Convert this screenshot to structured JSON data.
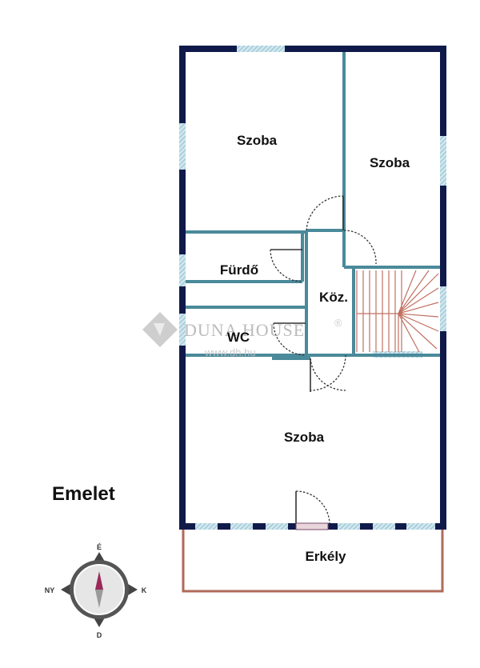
{
  "floor_title": "Emelet",
  "rooms": {
    "bedroom_top_left": "Szoba",
    "bedroom_top_right": "Szoba",
    "bathroom": "Fürdő",
    "corridor": "Köz.",
    "toilet": "WC",
    "bedroom_bottom": "Szoba",
    "balcony": "Erkély"
  },
  "watermark": {
    "brand": "DUNA HOUSE",
    "reg_mark": "®",
    "url": "www.dh.hu"
  },
  "compass": {
    "north": "É",
    "south": "D",
    "west": "NY",
    "east": "K"
  },
  "colors": {
    "outer_wall": "#101a4a",
    "inner_wall": "#4a8a9a",
    "window": "#9ec8d6",
    "balcony_railing": "#b06a5a",
    "stairs": "#c07060"
  }
}
